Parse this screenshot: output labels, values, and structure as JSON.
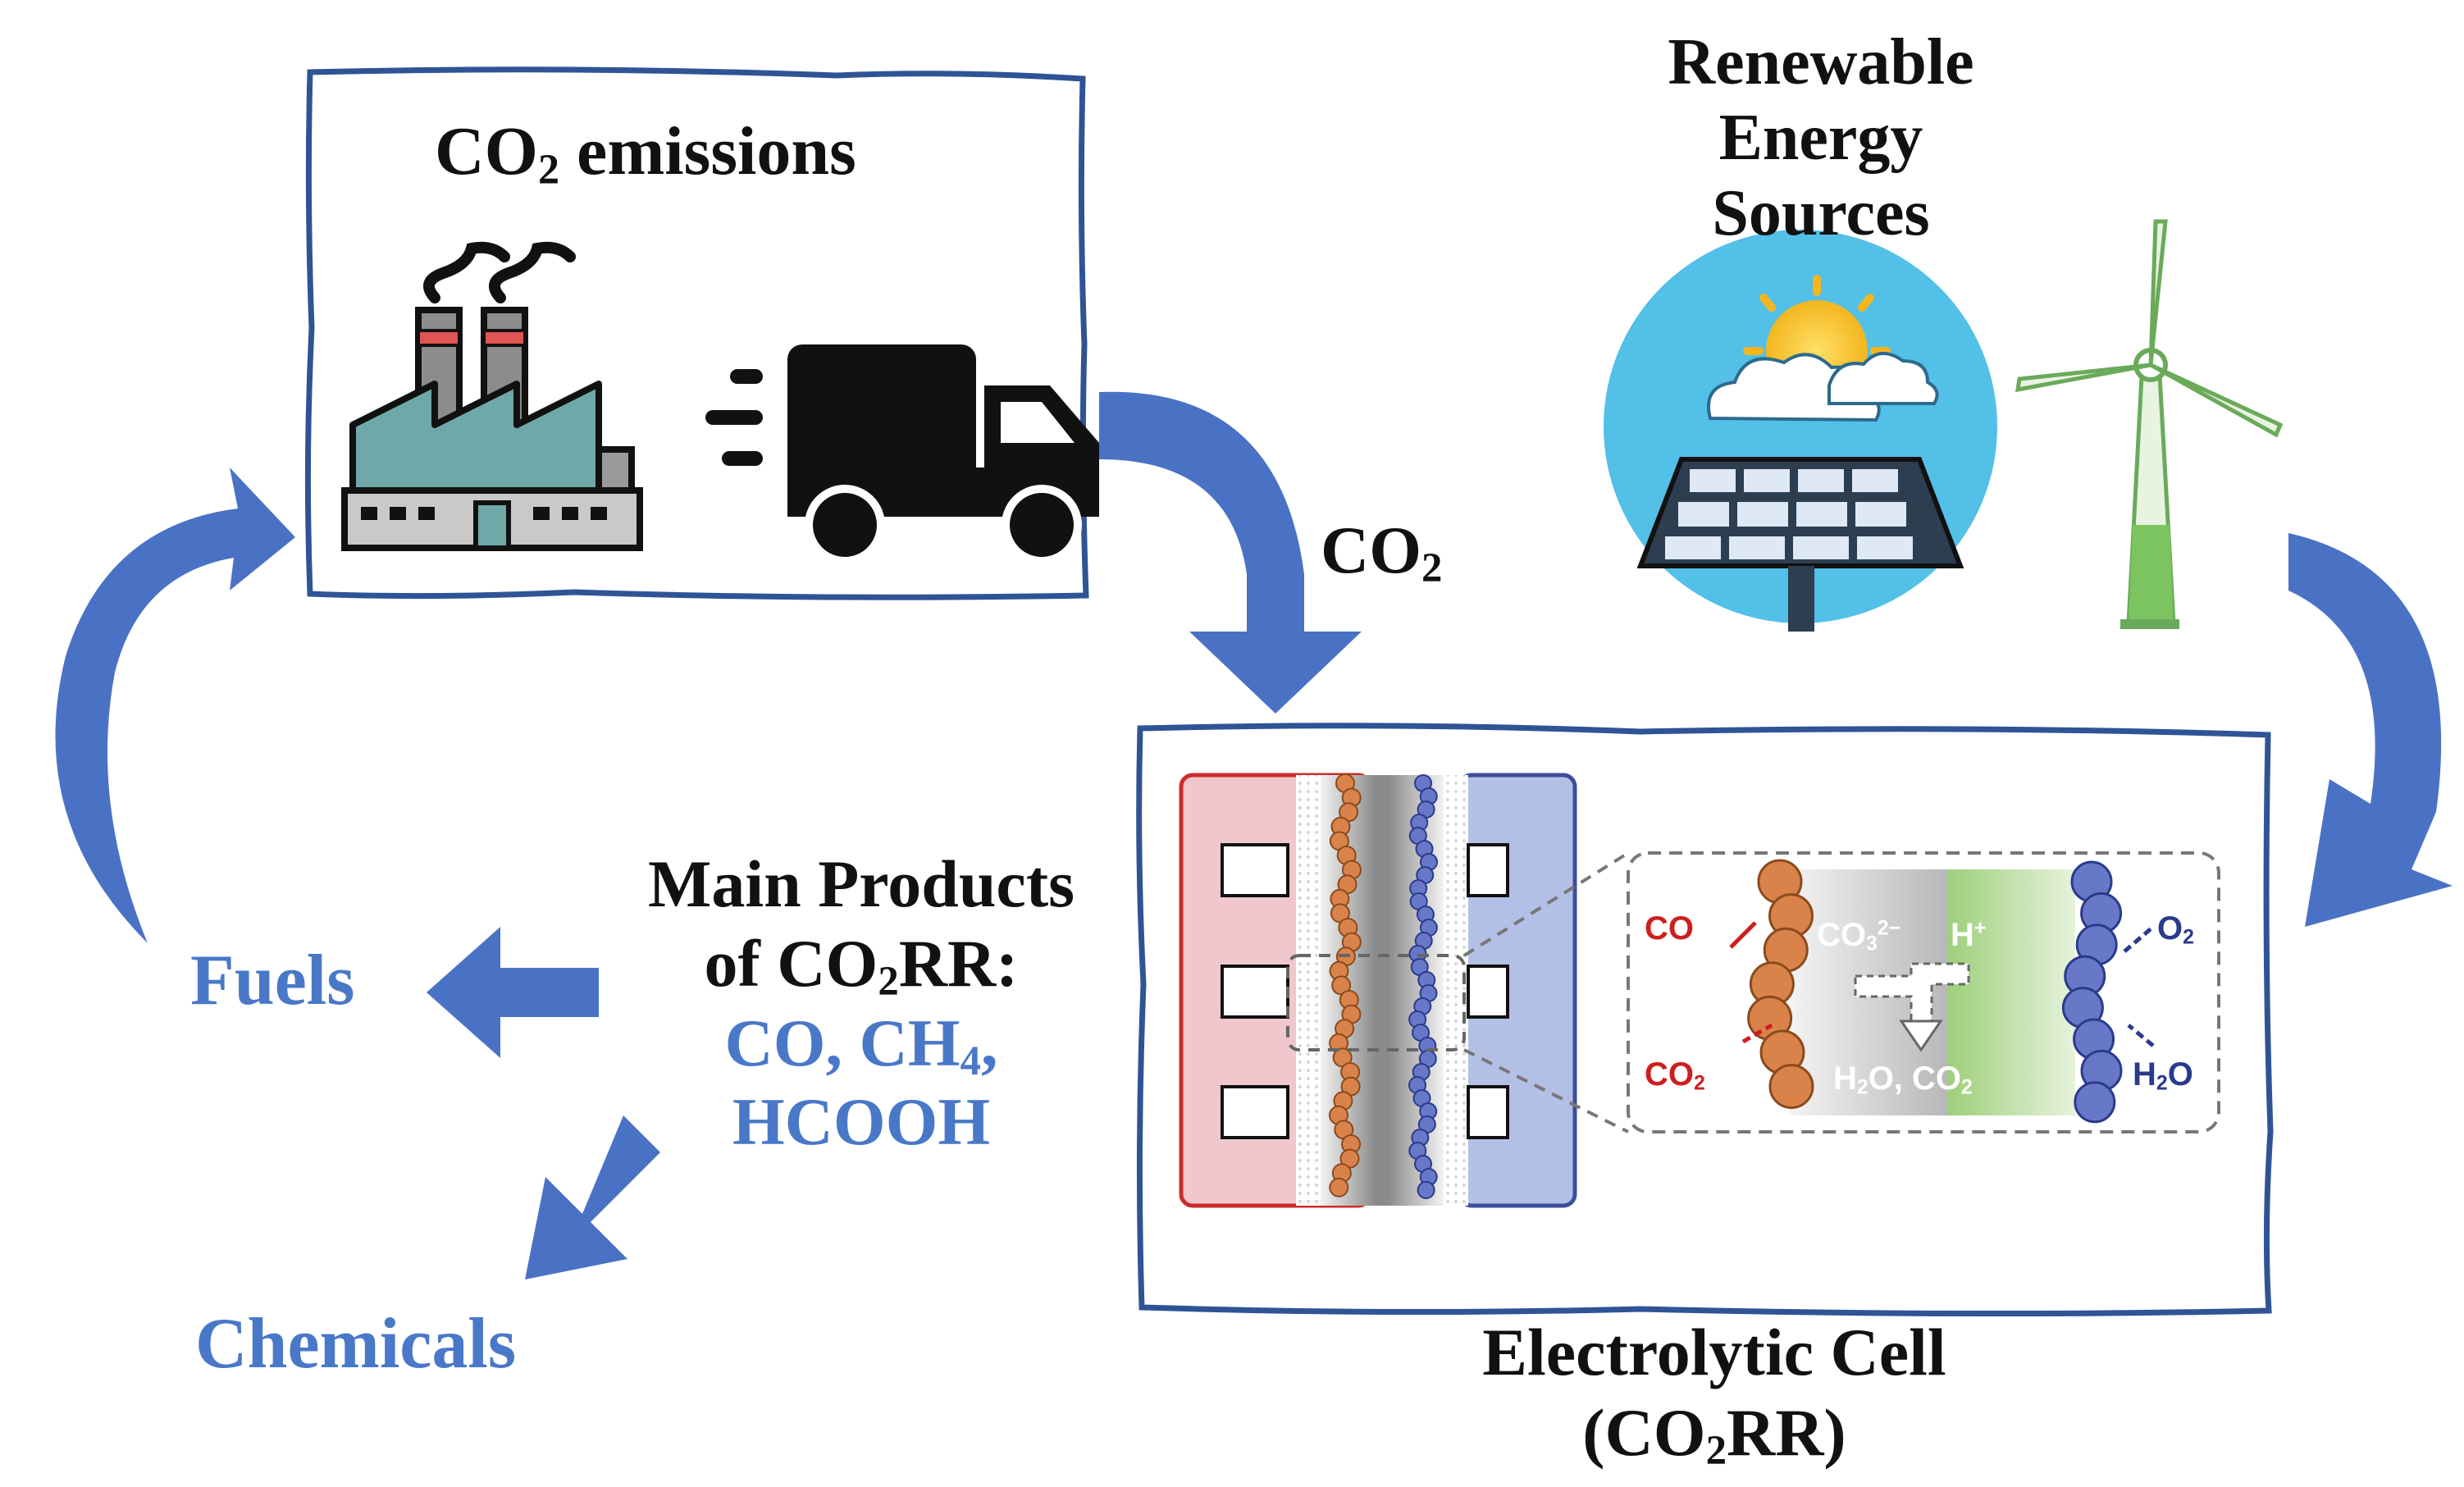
{
  "emissions": {
    "title": "CO",
    "title_sub": "2",
    "title_rest": " emissions",
    "icons": [
      "factory-icon",
      "truck-icon"
    ]
  },
  "renewable": {
    "title_line1": "Renewable",
    "title_line2": "Energy Sources",
    "icons": [
      "solar-panel-icon",
      "wind-turbine-icon"
    ]
  },
  "co2_arrow_label": {
    "main": "CO",
    "sub": "2"
  },
  "products": {
    "line1": "Main Products",
    "line2_main": "of CO",
    "line2_sub": "2",
    "line2_rest": "RR:",
    "line3_a": "CO, CH",
    "line3_sub": "4",
    "line3_b": ",",
    "line4": "HCOOH"
  },
  "fuels_label": "Fuels",
  "chemicals_label": "Chemicals",
  "cell": {
    "title_line1": "Electrolytic Cell",
    "title_line2_a": "(CO",
    "title_line2_sub": "2",
    "title_line2_b": "RR)",
    "inset": {
      "co": "CO",
      "co2": "CO",
      "co2_sub": "2",
      "co3": "CO",
      "co3_sub": "3",
      "co3_sup": "2−",
      "h_plus": "H",
      "h_plus_sup": "+",
      "h2o_co2_a": "H",
      "h2o_co2_sub1": "2",
      "h2o_co2_b": "O, CO",
      "h2o_co2_sub2": "2",
      "o2": "O",
      "o2_sub": "2",
      "h2o": "H",
      "h2o_sub": "2",
      "h2o_b": "O"
    }
  },
  "colors": {
    "arrow_blue": "#4a72c4",
    "frame_blue": "#2f5496",
    "text_blue": "#4a78c8",
    "cathode_red": "#e7b8bf",
    "anode_blue": "#a9b8e0",
    "catalyst_orange": "#d9834a",
    "catalyst_blue": "#6878c8",
    "membrane_green": "#8fc46a"
  }
}
